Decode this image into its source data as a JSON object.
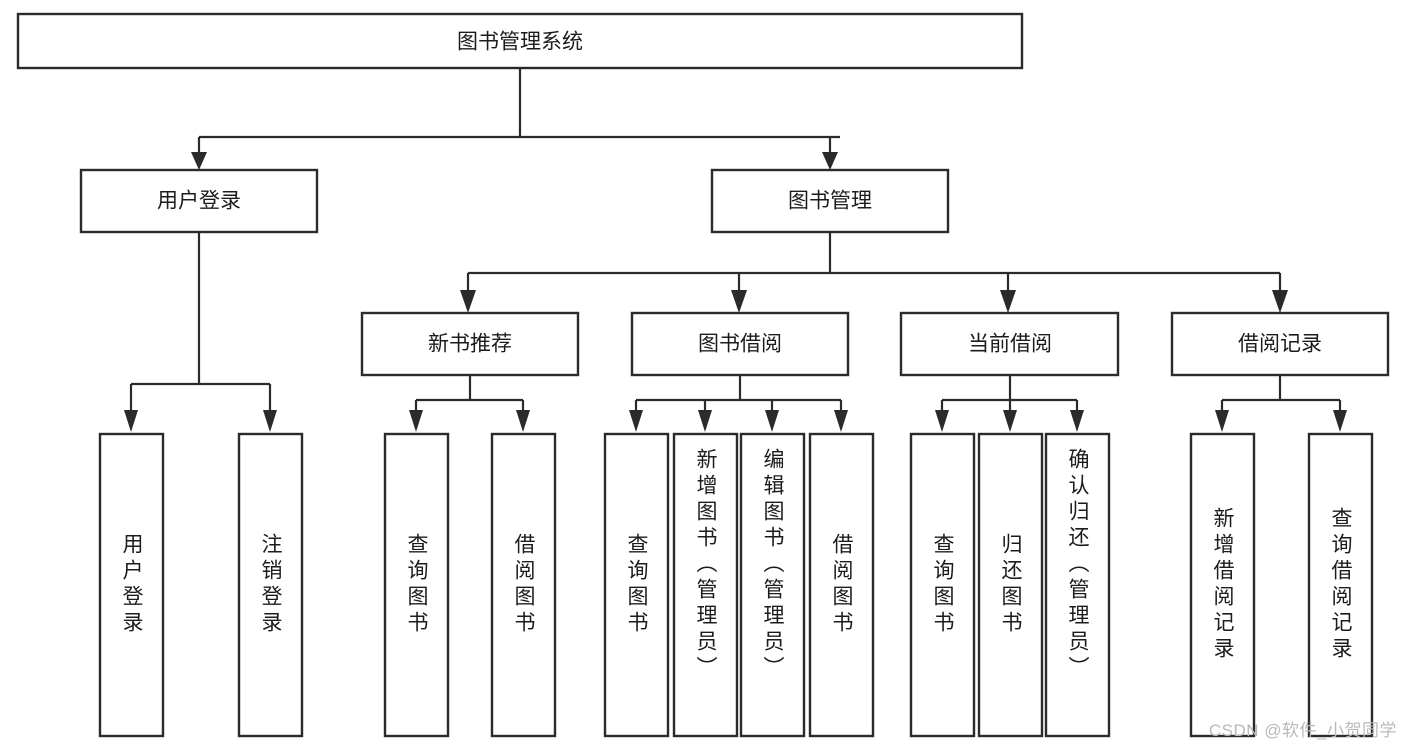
{
  "diagram": {
    "title": "图书管理系统",
    "type": "tree",
    "orientation": "top-down",
    "colors": {
      "box_fill": "#ffffff",
      "box_stroke": "#2b2b2b",
      "connector": "#2b2b2b",
      "text": "#1c1c1c",
      "background": "#ffffff",
      "watermark": "#b9b9b9"
    },
    "root": {
      "label": "图书管理系统",
      "orientation": "horizontal"
    },
    "level2": [
      {
        "label": "用户登录",
        "orientation": "horizontal"
      },
      {
        "label": "图书管理",
        "orientation": "horizontal"
      }
    ],
    "level3": [
      {
        "label": "新书推荐",
        "orientation": "horizontal"
      },
      {
        "label": "图书借阅",
        "orientation": "horizontal"
      },
      {
        "label": "当前借阅",
        "orientation": "horizontal"
      },
      {
        "label": "借阅记录",
        "orientation": "horizontal"
      }
    ],
    "leaves": [
      {
        "label": "用户登录",
        "parent": "用户登录",
        "orientation": "vertical"
      },
      {
        "label": "注销登录",
        "parent": "用户登录",
        "orientation": "vertical"
      },
      {
        "label": "查询图书",
        "parent": "新书推荐",
        "orientation": "vertical"
      },
      {
        "label": "借阅图书",
        "parent": "新书推荐",
        "orientation": "vertical"
      },
      {
        "label": "查询图书",
        "parent": "图书借阅",
        "orientation": "vertical"
      },
      {
        "label": "新增图书（管理员）",
        "parent": "图书借阅",
        "orientation": "vertical"
      },
      {
        "label": "编辑图书（管理员）",
        "parent": "图书借阅",
        "orientation": "vertical"
      },
      {
        "label": "借阅图书",
        "parent": "图书借阅",
        "orientation": "vertical"
      },
      {
        "label": "查询图书",
        "parent": "当前借阅",
        "orientation": "vertical"
      },
      {
        "label": "归还图书",
        "parent": "当前借阅",
        "orientation": "vertical"
      },
      {
        "label": "确认归还（管理员）",
        "parent": "当前借阅",
        "orientation": "vertical"
      },
      {
        "label": "新增借阅记录",
        "parent": "借阅记录",
        "orientation": "vertical"
      },
      {
        "label": "查询借阅记录",
        "parent": "借阅记录",
        "orientation": "vertical"
      }
    ]
  },
  "watermark": {
    "text": "CSDN @软件_小贺同学"
  }
}
